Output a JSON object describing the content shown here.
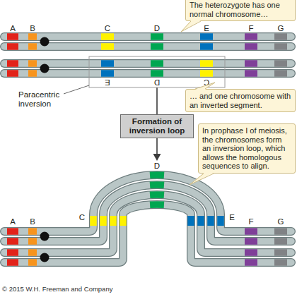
{
  "diagram": {
    "nodes": [
      {
        "text": [
          "The heterozygote has one normal chromosome…"
        ]
      },
      {
        "text": [
          "… and one chromosome with an inverted segment."
        ]
      },
      {
        "text": [
          "Formation of inversion loop"
        ]
      },
      {
        "text": [
          "In prophase I of meiosis, the chromosomes form an inversion loop, which allows the homologous sequences to align."
        ]
      }
    ],
    "labels": [
      "A",
      "B",
      "C",
      "D",
      "E",
      "F",
      "G",
      "E",
      "D",
      "C",
      "Paracentric inversion",
      "A",
      "B",
      "C",
      "D",
      "E",
      "F",
      "G",
      "© 2015 W.H. Freeman and Company"
    ]
  }
}
